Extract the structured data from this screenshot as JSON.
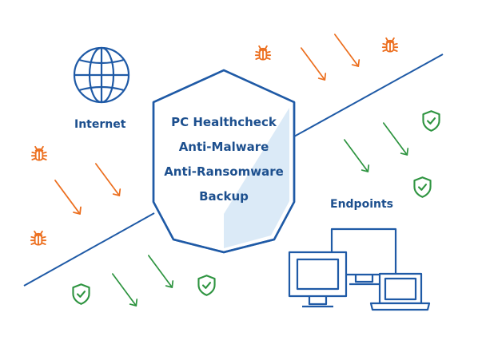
{
  "colors": {
    "navy": "#1f5aa6",
    "label": "#1c4f8e",
    "shield_fill": "#ffffff",
    "shield_fill_light": "#dbeaf7",
    "threat": "#ec6f1f",
    "safe": "#2e9440"
  },
  "labels": {
    "internet": "Internet",
    "endpoints": "Endpoints"
  },
  "shield": {
    "lines": [
      "PC Healthcheck",
      "Anti-Malware",
      "Anti-Ransomware",
      "Backup"
    ]
  },
  "icons": {
    "globe": "globe-icon",
    "bug": "bug-icon",
    "check_shield": "check-shield-icon",
    "monitor": "monitor-icon",
    "laptop": "laptop-icon"
  }
}
